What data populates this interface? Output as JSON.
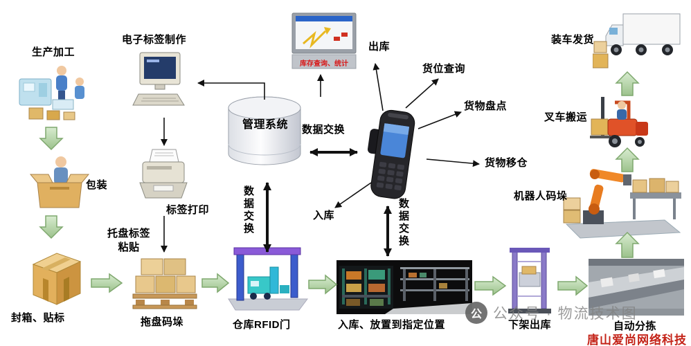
{
  "nodes": {
    "production": "生产加工",
    "e_label": "电子标签制作",
    "packing": "包装",
    "label_print": "标签打印",
    "pallet_label": "托盘标签粘贴",
    "sealing": "封箱、贴标",
    "pallet_stack": "拖盘码垛",
    "rfid_gate": "仓库RFID门",
    "put_position": "入库、放置到指定位置",
    "off_shelf": "下架出库",
    "auto_sort": "自动分拣",
    "robot_palletize": "机器人码垛",
    "forklift": "叉车搬运",
    "truck_ship": "装车发货",
    "mgmt_system": "管理系统",
    "inventory_query": "库存查询、统计",
    "outbound": "出库",
    "slot_query": "货位查询",
    "stock_check": "货物盘点",
    "goods_move": "货物移仓",
    "inbound": "入库"
  },
  "data_exchange": {
    "horizontal": "数据交换",
    "vertical_left": "数据交换",
    "vertical_right": "数据交换"
  },
  "watermark": {
    "icon": "公",
    "text": "公众号 · 物流技术图"
  },
  "brand": {
    "text": "唐山爱尚网络科技"
  },
  "colors": {
    "arrow_green_fill": "#bcd9ac",
    "arrow_green_stroke": "#7fa86e",
    "line_black": "#111111",
    "brand_red": "#c42318",
    "screen_red": "#d81818"
  }
}
